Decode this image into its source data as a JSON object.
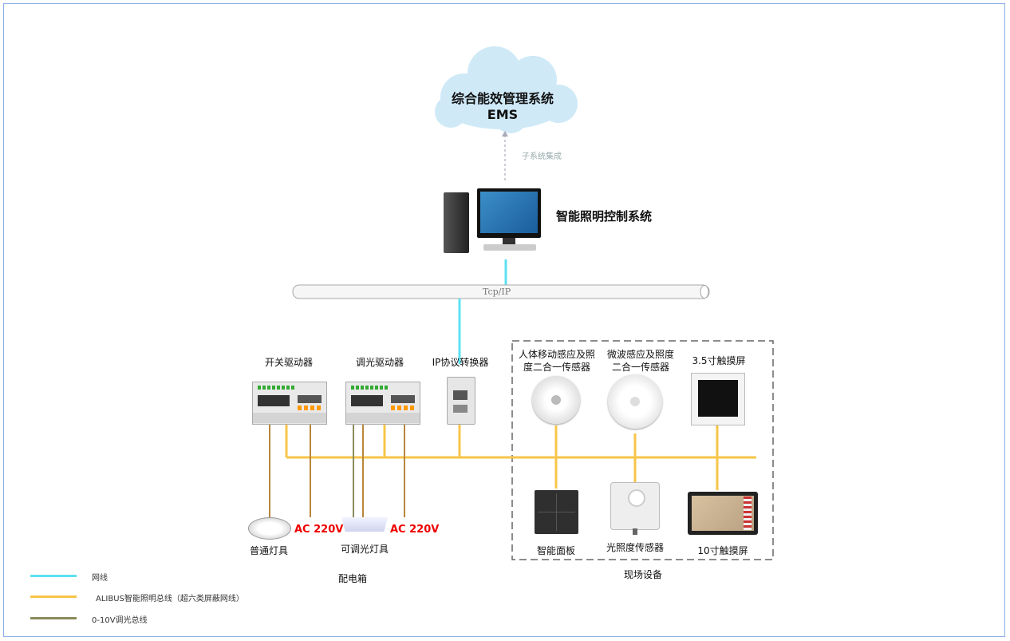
{
  "ems": {
    "line1": "综合能效管理系统",
    "line2": "EMS"
  },
  "integration_label": "子系统集成",
  "control_system_label": "智能照明控制系统",
  "network_bus_label": "Tcp/IP",
  "devices": {
    "switch_driver": "开关驱动器",
    "dimming_driver": "调光驱动器",
    "ip_converter": "IP协议转换器",
    "pir_sensor": [
      "人体移动感应及照",
      "度二合一传感器"
    ],
    "microwave_sensor": [
      "微波感应及照度",
      "二合一传感器"
    ],
    "touch_35": "3.5寸触摸屏",
    "smart_panel": "智能面板",
    "light_sensor": "光照度传感器",
    "touch_10": "10寸触摸屏",
    "normal_lamp": "普通灯具",
    "dimmable_lamp": "可调光灯具",
    "ac_left": "AC 220V",
    "ac_right": "AC 220V"
  },
  "groups": {
    "distribution_box": "配电箱",
    "field_devices": "现场设备"
  },
  "legend": [
    {
      "label": "网线",
      "color": "#5ce1f0"
    },
    {
      "label": "ALIBUS智能照明总线（超六类屏蔽网线）",
      "color": "#f7c548"
    },
    {
      "label": "0-10V调光总线",
      "color": "#8a8a5c"
    }
  ],
  "colors": {
    "network": "#5ce1f0",
    "bus": "#f7c548",
    "dim": "#8a8a5c",
    "power": "#b8863b",
    "cloud": "#cfe9f7"
  }
}
